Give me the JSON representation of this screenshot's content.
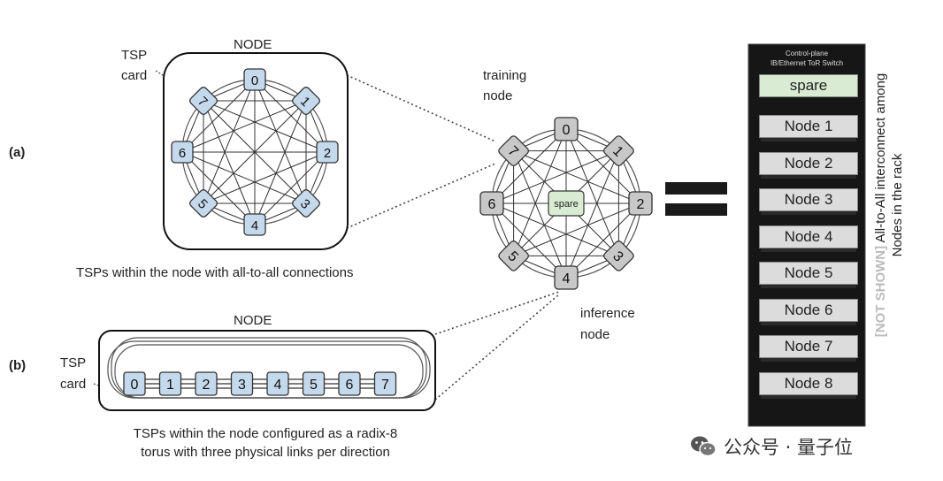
{
  "panel_labels": {
    "a": "(a)",
    "b": "(b)"
  },
  "node_a": {
    "title": "NODE",
    "card_label": [
      "TSP",
      "card"
    ],
    "caption": "TSPs within the node with all-to-all connections",
    "tsps": [
      "0",
      "1",
      "2",
      "3",
      "4",
      "5",
      "6",
      "7"
    ]
  },
  "node_b": {
    "title": "NODE",
    "card_label": [
      "TSP",
      "card"
    ],
    "caption": [
      "TSPs within the node configured as a radix-8",
      "torus with three physical links per direction"
    ],
    "tsps": [
      "0",
      "1",
      "2",
      "3",
      "4",
      "5",
      "6",
      "7"
    ]
  },
  "middle": {
    "training_label": [
      "training",
      "node"
    ],
    "inference_label": [
      "inference",
      "node"
    ],
    "spare": "spare",
    "nodes": [
      "0",
      "1",
      "2",
      "3",
      "4",
      "5",
      "6",
      "7"
    ]
  },
  "equals_symbol": "=",
  "rack": {
    "header": [
      "Control-plane",
      "IB/Ethernet ToR Switch"
    ],
    "spare": "spare",
    "nodes": [
      "Node 1",
      "Node 2",
      "Node 3",
      "Node 4",
      "Node 5",
      "Node 6",
      "Node 7",
      "Node 8"
    ]
  },
  "side_note": {
    "not_shown": "[NOT SHOWN]",
    "line1": "All-to-All interconnect among",
    "line2": "Nodes  in the rack"
  },
  "watermark": {
    "text": "公众号 · 量子位",
    "icon": "wechat-icon"
  },
  "colors": {
    "tsp_fill": "#c5d9ec",
    "node_fill": "#c8c8c8",
    "spare_fill": "#d9ecd3",
    "rack_bg": "#161616",
    "rack_slot": "#dcdcdc"
  }
}
